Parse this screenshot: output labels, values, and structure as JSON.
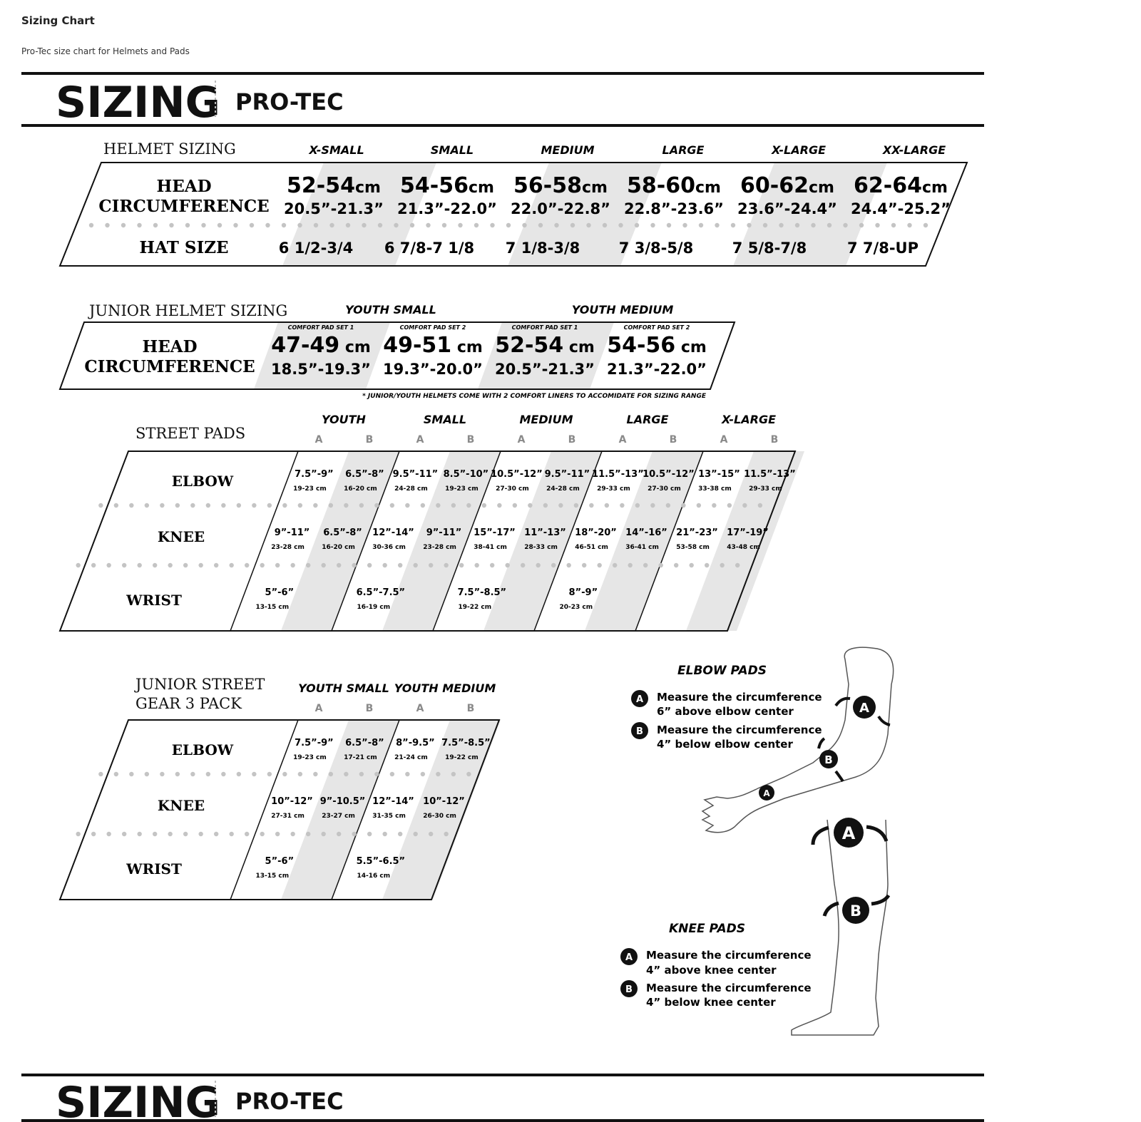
{
  "page": {
    "title": "Sizing Chart",
    "subtitle": "Pro-Tec size chart for Helmets and Pads"
  },
  "banner": {
    "word": "SIZING",
    "brand": "PRO-TEC"
  },
  "colors": {
    "shade": "#e6e6e6",
    "ink": "#111111",
    "dot": "#c4c4c4",
    "muted": "#8a8a8a"
  },
  "helmet": {
    "title": "HELMET SIZING",
    "sizes": [
      "X-SMALL",
      "SMALL",
      "MEDIUM",
      "LARGE",
      "X-LARGE",
      "XX-LARGE"
    ],
    "row_head": [
      "HEAD",
      "CIRCUMFERENCE"
    ],
    "row_hat": "HAT SIZE",
    "cm": [
      "52-54",
      "54-56",
      "56-58",
      "58-60",
      "60-62",
      "62-64"
    ],
    "unit": "cm",
    "inches": [
      "20.5”-21.3”",
      "21.3”-22.0”",
      "22.0”-22.8”",
      "22.8”-23.6”",
      "23.6”-24.4”",
      "24.4”-25.2”"
    ],
    "hat": [
      "6 1/2-3/4",
      "6 7/8-7 1/8",
      "7 1/8-3/8",
      "7 3/8-5/8",
      "7 5/8-7/8",
      "7 7/8-UP"
    ]
  },
  "junior_helmet": {
    "title": "JUNIOR HELMET SIZING",
    "groups": [
      "YOUTH SMALL",
      "YOUTH MEDIUM"
    ],
    "pads": [
      "COMFORT PAD SET 1",
      "COMFORT PAD SET 2",
      "COMFORT PAD SET 1",
      "COMFORT PAD SET 2"
    ],
    "row_head": [
      "HEAD",
      "CIRCUMFERENCE"
    ],
    "cm": [
      "47-49",
      "49-51",
      "52-54",
      "54-56"
    ],
    "unit": "cm",
    "inches": [
      "18.5”-19.3”",
      "19.3”-20.0”",
      "20.5”-21.3”",
      "21.3”-22.0”"
    ],
    "note": "* JUNIOR/YOUTH HELMETS COME WITH 2 COMFORT LINERS TO ACCOMIDATE FOR SIZING RANGE"
  },
  "street_pads": {
    "title": "STREET PADS",
    "sizes": [
      "YOUTH",
      "SMALL",
      "MEDIUM",
      "LARGE",
      "X-LARGE"
    ],
    "ab": [
      "A",
      "B"
    ],
    "rows": [
      "ELBOW",
      "KNEE",
      "WRIST"
    ],
    "elbow": [
      [
        "7.5”-9”",
        "19-23 cm"
      ],
      [
        "6.5”-8”",
        "16-20 cm"
      ],
      [
        "9.5”-11”",
        "24-28 cm"
      ],
      [
        "8.5”-10”",
        "19-23 cm"
      ],
      [
        "10.5”-12”",
        "27-30 cm"
      ],
      [
        "9.5”-11”",
        "24-28 cm"
      ],
      [
        "11.5”-13”",
        "29-33 cm"
      ],
      [
        "10.5”-12”",
        "27-30 cm"
      ],
      [
        "13”-15”",
        "33-38 cm"
      ],
      [
        "11.5”-13”",
        "29-33 cm"
      ]
    ],
    "knee": [
      [
        "9”-11”",
        "23-28 cm"
      ],
      [
        "6.5”-8”",
        "16-20 cm"
      ],
      [
        "12”-14”",
        "30-36 cm"
      ],
      [
        "9”-11”",
        "23-28 cm"
      ],
      [
        "15”-17”",
        "38-41 cm"
      ],
      [
        "11”-13”",
        "28-33 cm"
      ],
      [
        "18”-20”",
        "46-51 cm"
      ],
      [
        "14”-16”",
        "36-41 cm"
      ],
      [
        "21”-23”",
        "53-58 cm"
      ],
      [
        "17”-19”",
        "43-48 cm"
      ]
    ],
    "wrist": [
      [
        "5”-6”",
        "13-15 cm"
      ],
      [
        "6.5”-7.5”",
        "16-19 cm"
      ],
      [
        "7.5”-8.5”",
        "19-22 cm"
      ],
      [
        "8”-9”",
        "20-23 cm"
      ]
    ]
  },
  "junior_street": {
    "title": [
      "JUNIOR STREET",
      "GEAR 3 PACK"
    ],
    "sizes": [
      "YOUTH SMALL",
      "YOUTH MEDIUM"
    ],
    "ab": [
      "A",
      "B"
    ],
    "rows": [
      "ELBOW",
      "KNEE",
      "WRIST"
    ],
    "elbow": [
      [
        "7.5”-9”",
        "19-23 cm"
      ],
      [
        "6.5”-8”",
        "17-21 cm"
      ],
      [
        "8”-9.5”",
        "21-24 cm"
      ],
      [
        "7.5”-8.5”",
        "19-22 cm"
      ]
    ],
    "knee": [
      [
        "10”-12”",
        "27-31 cm"
      ],
      [
        "9”-10.5”",
        "23-27 cm"
      ],
      [
        "12”-14”",
        "31-35 cm"
      ],
      [
        "10”-12”",
        "26-30 cm"
      ]
    ],
    "wrist": [
      [
        "5”-6”",
        "13-15 cm"
      ],
      [
        "5.5”-6.5”",
        "14-16 cm"
      ]
    ]
  },
  "measure": {
    "elbow_title": "ELBOW PADS",
    "elbow_a": [
      "Measure the circumference",
      "6” above elbow center"
    ],
    "elbow_b": [
      "Measure the circumference",
      "4” below elbow center"
    ],
    "knee_title": "KNEE PADS",
    "knee_a": [
      "Measure the circumference",
      "4” above knee center"
    ],
    "knee_b": [
      "Measure the circumference",
      "4” below knee center"
    ],
    "badge_a": "A",
    "badge_b": "B"
  }
}
